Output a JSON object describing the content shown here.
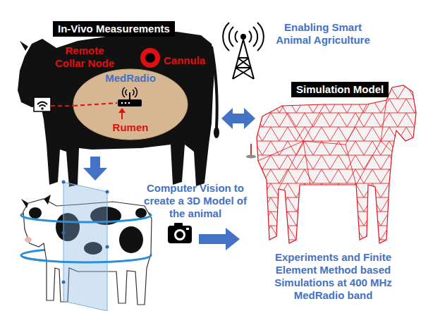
{
  "diagram": {
    "nodes": [
      {
        "text": [
          "In-Vivo Measurements"
        ]
      },
      {
        "text": [
          "MedRadio",
          "Rumen"
        ]
      },
      {
        "text": [
          "Simulation Model"
        ]
      }
    ],
    "labels": [
      "Remote Collar Node",
      "Cannula",
      "Enabling Smart Animal Agriculture",
      "Computer Vision to create a 3D Model of the animal",
      "Experiments and Finite Element Method based Simulations at 400 MHz MedRadio band"
    ]
  }
}
